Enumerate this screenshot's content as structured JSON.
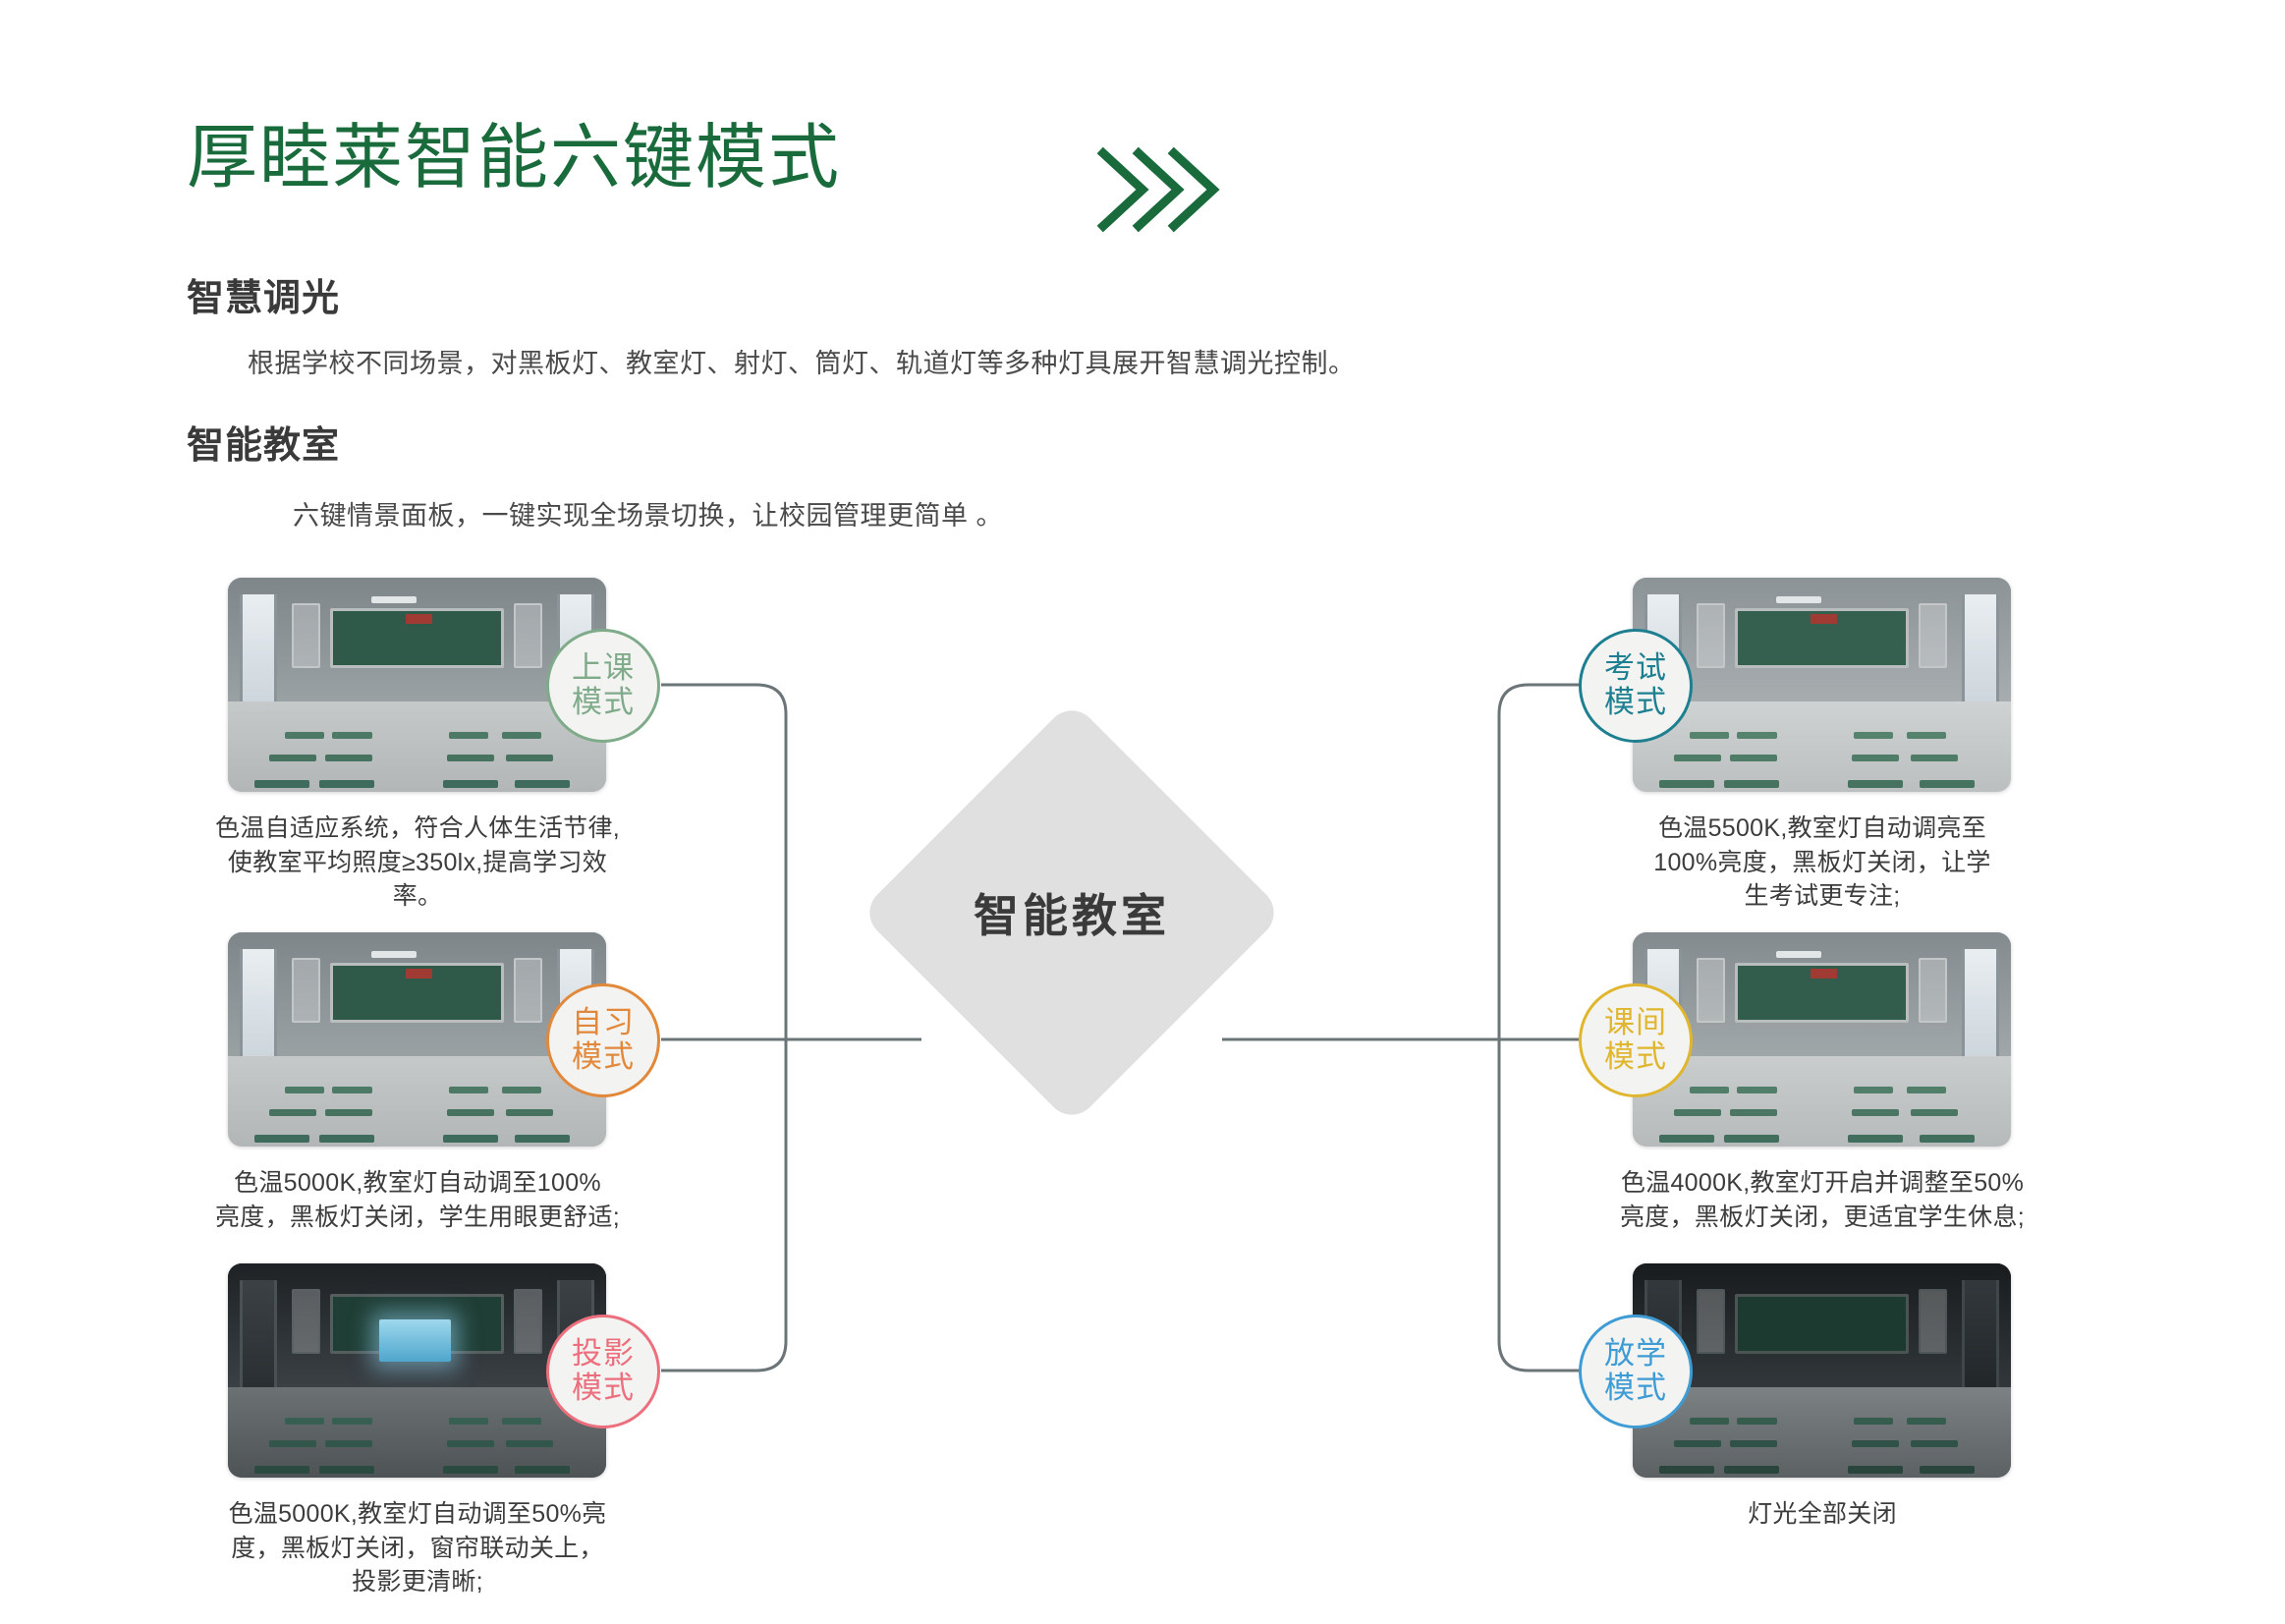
{
  "header": {
    "title": "厚睦莱智能六键模式",
    "chevron_icon": "chevron-triple-right-icon",
    "brand_color": "#1a6b3c"
  },
  "sections": [
    {
      "heading": "智慧调光",
      "body": "根据学校不同场景，对黑板灯、教室灯、射灯、筒灯、轨道灯等多种灯具展开智慧调光控制。"
    },
    {
      "heading": "智能教室",
      "body": "六键情景面板，一键实现全场景切换，让校园管理更简单 。"
    }
  ],
  "diagram": {
    "center_label": "智能教室",
    "center_color": "#e0e0e0",
    "connector_color": "#6b7477",
    "left_nodes": [
      {
        "badge_line1": "上课",
        "badge_line2": "模式",
        "color": "#7fab8a",
        "caption": "色温自适应系统，符合人体生活节律,\n使教室平均照度≥350lx,提高学习效率。",
        "scene": "classroom-lit"
      },
      {
        "badge_line1": "自习",
        "badge_line2": "模式",
        "color": "#e2883b",
        "caption": "色温5000K,教室灯自动调至100%\n亮度，黑板灯关闭，学生用眼更舒适;",
        "scene": "classroom-lit"
      },
      {
        "badge_line1": "投影",
        "badge_line2": "模式",
        "color": "#ec6f7e",
        "caption": "色温5000K,教室灯自动调至50%亮\n度，黑板灯关闭，窗帘联动关上，\n投影更清晰;",
        "scene": "classroom-projection"
      }
    ],
    "right_nodes": [
      {
        "badge_line1": "考试",
        "badge_line2": "模式",
        "color": "#1d7f90",
        "caption": "色温5500K,教室灯自动调亮至\n100%亮度，黑板灯关闭，让学\n生考试更专注;",
        "scene": "classroom-bright"
      },
      {
        "badge_line1": "课间",
        "badge_line2": "模式",
        "color": "#e0b62e",
        "caption": "色温4000K,教室灯开启并调整至50%\n亮度，黑板灯关闭，更适宜学生休息;",
        "scene": "classroom-lit"
      },
      {
        "badge_line1": "放学",
        "badge_line2": "模式",
        "color": "#3e9bd4",
        "caption": "灯光全部关闭",
        "scene": "classroom-dark"
      }
    ]
  }
}
